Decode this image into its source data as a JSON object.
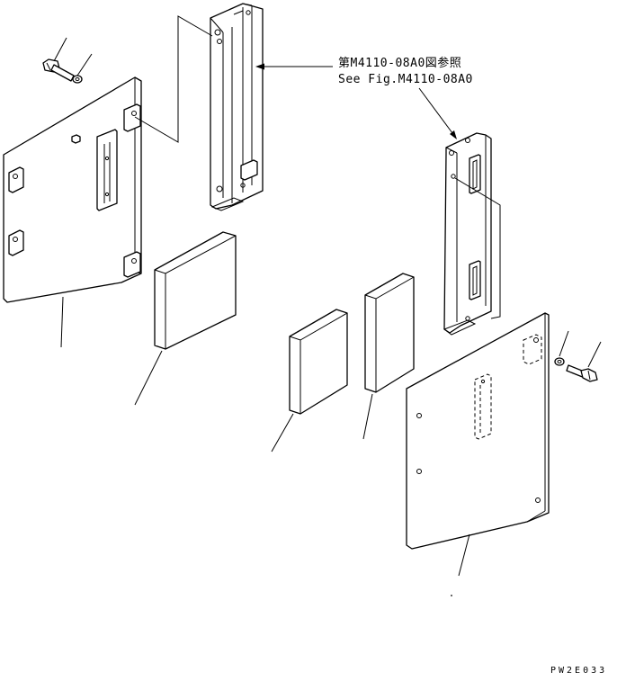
{
  "reference": {
    "line_jp": "第M4110-08A0図参照",
    "line_en": "See Fig.M4110-08A0"
  },
  "drawing_code": "PW2E033",
  "colors": {
    "ink": "#000000",
    "paper": "#ffffff"
  }
}
